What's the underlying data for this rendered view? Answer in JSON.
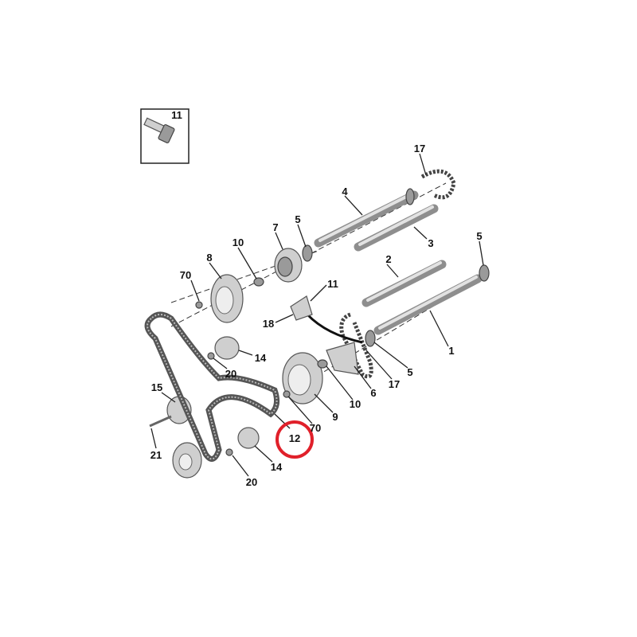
{
  "diagram": {
    "title": "Timing belt and camshaft exploded view",
    "inset_label": "11",
    "highlight_color": "#e0202a",
    "callouts": {
      "c17_top": "17",
      "c4": "4",
      "c5_a": "5",
      "c3": "3",
      "c5_b": "5",
      "c7": "7",
      "c10_a": "10",
      "c8": "8",
      "c70_a": "70",
      "c2": "2",
      "c11": "11",
      "c18": "18",
      "c1": "1",
      "c14_a": "14",
      "c20_a": "20",
      "c6": "6",
      "c5_c": "5",
      "c17_b": "17",
      "c15": "15",
      "c10_b": "10",
      "c9": "9",
      "c70_b": "70",
      "c12": "12",
      "c21": "21",
      "c14_b": "14",
      "c20_b": "20"
    }
  }
}
